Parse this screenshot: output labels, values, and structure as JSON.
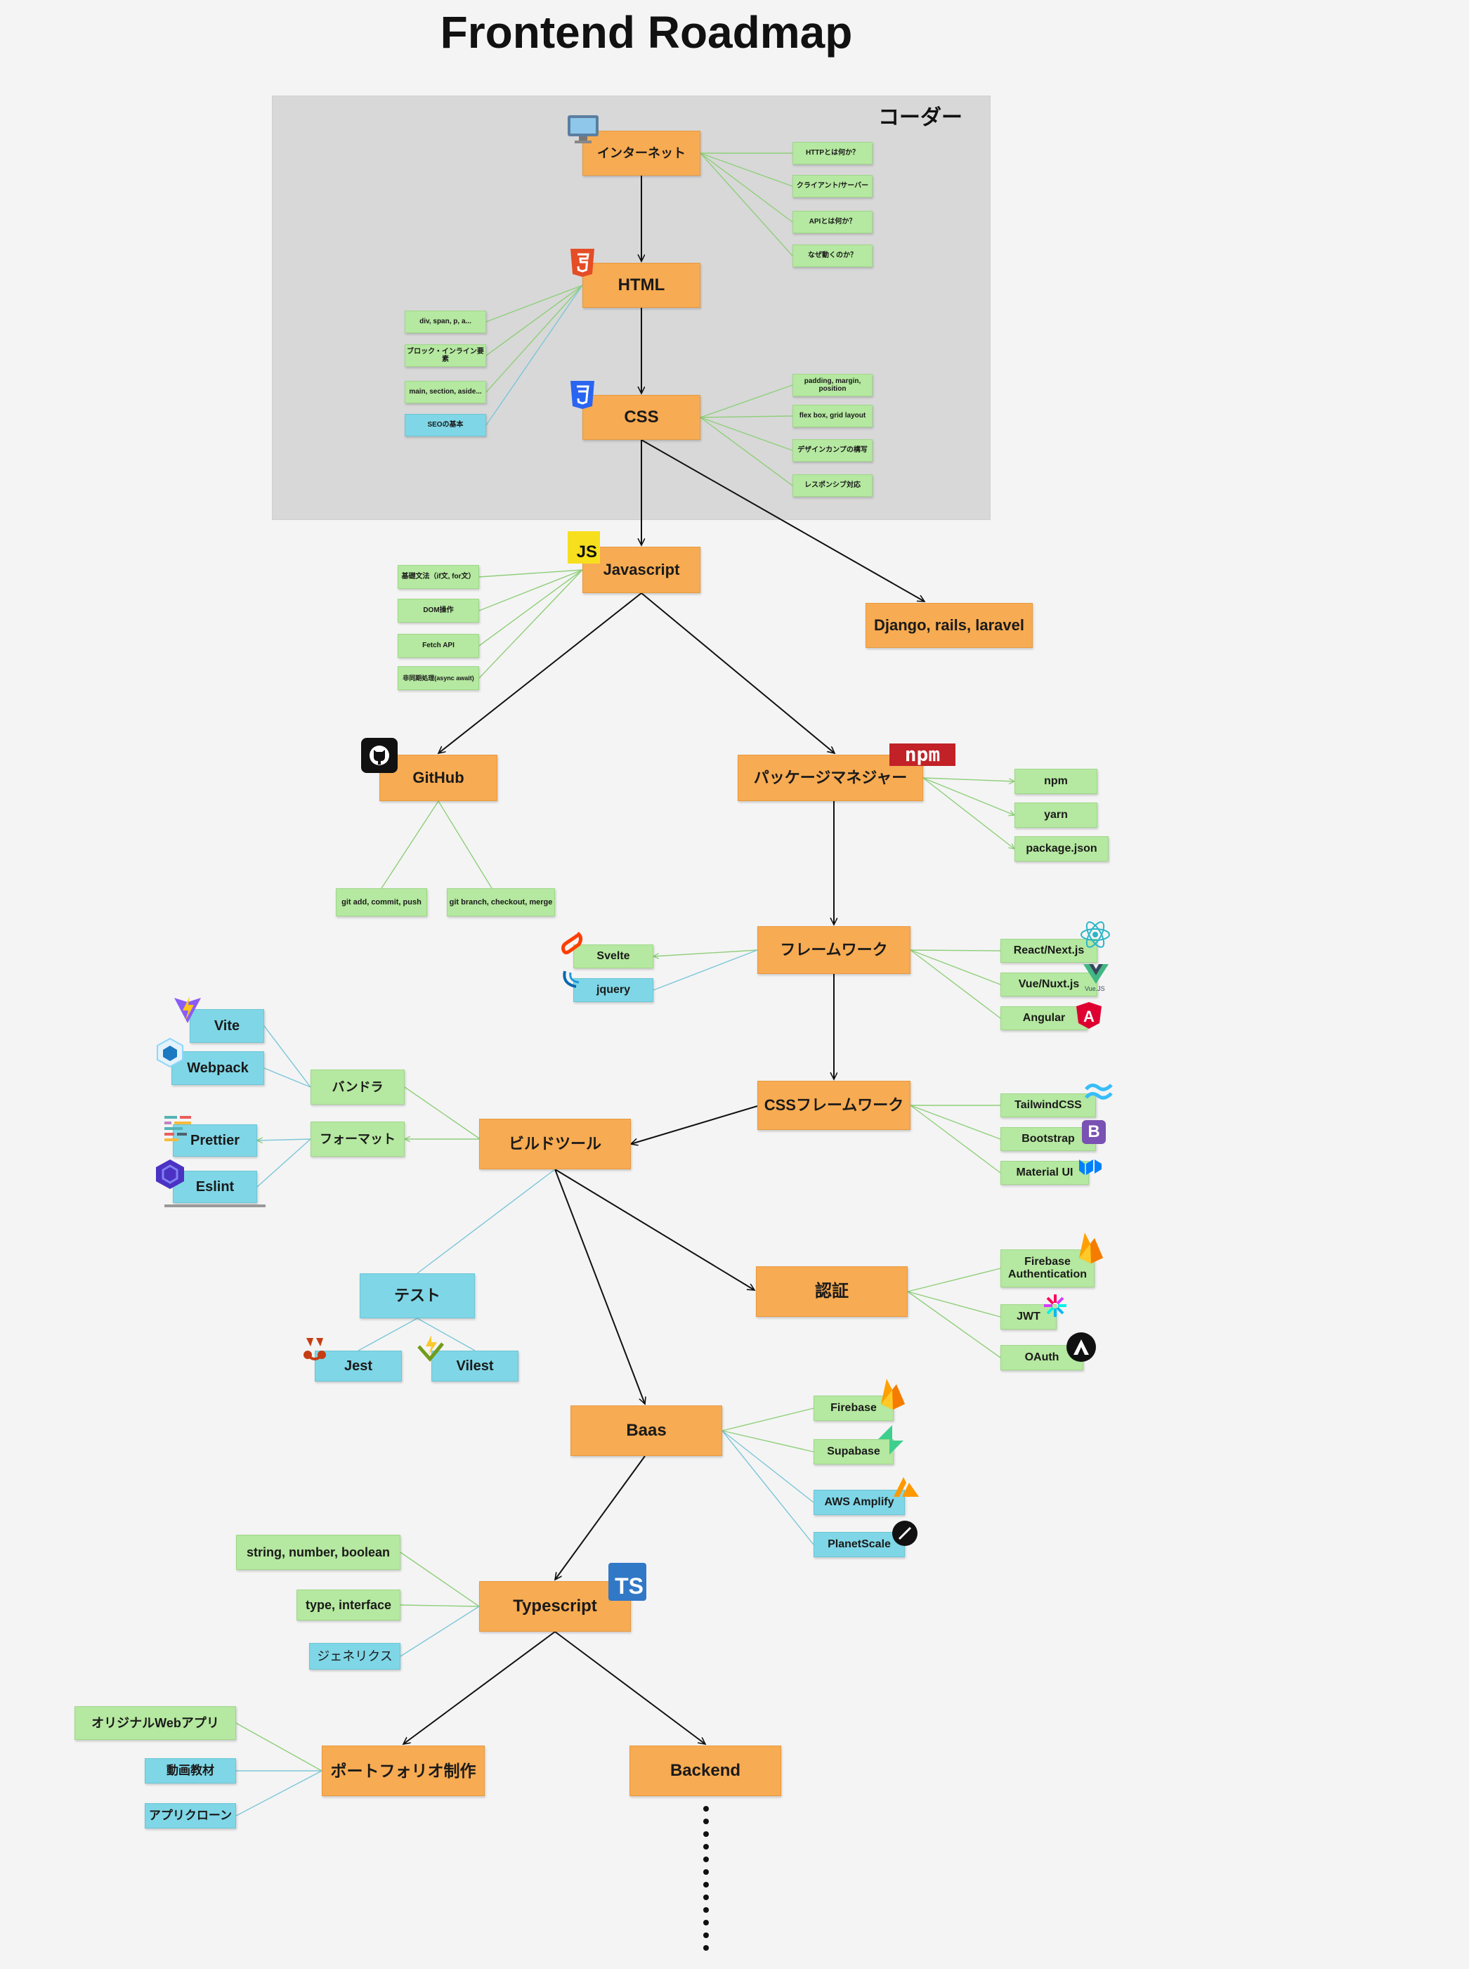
{
  "title": "Frontend Roadmap",
  "region": {
    "label": "コーダー"
  },
  "nodes": {
    "internet": "インターネット",
    "http": "HTTPとは何か？",
    "client_server": "クライアント/サーバー",
    "api_what": "APIとは何か？",
    "why_works": "なぜ動くのか？",
    "html": "HTML",
    "html_tags": "div, span, p, a...",
    "block_inline": "ブロック・インライン要素",
    "semantic": "main, section, aside...",
    "seo": "SEOの基本",
    "css": "CSS",
    "padding": "padding, margin, position",
    "flex": "flex box, grid layout",
    "design": "デザインカンプの構写",
    "responsive": "レスポンシブ対応",
    "javascript": "Javascript",
    "js_basic": "基礎文法（if文, for文）",
    "dom": "DOM操作",
    "fetch": "Fetch API",
    "async": "非同期処理(async await)",
    "django": "Django, rails, laravel",
    "github": "GitHub",
    "git_add": "git add, commit, push",
    "git_branch": "git branch, checkout, merge",
    "package_manager": "パッケージマネジャー",
    "npm": "npm",
    "yarn": "yarn",
    "package_json": "package.json",
    "framework": "フレームワーク",
    "svelte": "Svelte",
    "jquery": "jquery",
    "react": "React/Next.js",
    "vue": "Vue/Nuxt.js",
    "angular": "Angular",
    "css_framework": "CSSフレームワーク",
    "tailwind": "TailwindCSS",
    "bootstrap": "Bootstrap",
    "material": "Material UI",
    "build_tool": "ビルドツール",
    "bundler": "バンドラ",
    "format": "フォーマット",
    "vite": "Vite",
    "webpack": "Webpack",
    "prettier": "Prettier",
    "eslint": "Eslint",
    "test": "テスト",
    "jest": "Jest",
    "vilest": "Vilest",
    "auth": "認証",
    "firebase_auth": "Firebase Authentication",
    "jwt": "JWT",
    "oauth": "OAuth",
    "baas": "Baas",
    "firebase": "Firebase",
    "supabase": "Supabase",
    "amplify": "AWS Amplify",
    "planetscale": "PlanetScale",
    "typescript": "Typescript",
    "ts_types": "string, number, boolean",
    "ts_interface": "type, interface",
    "generics": "ジェネリクス",
    "portfolio": "ポートフォリオ制作",
    "original_app": "オリジナルWebアプリ",
    "video": "動画教材",
    "clone": "アプリクローン",
    "backend": "Backend"
  },
  "icons": {
    "internet": "computer-icon",
    "html": "html5-icon",
    "css": "css3-icon",
    "javascript": "js-icon",
    "github": "github-icon",
    "npm": "npm-icon",
    "svelte": "svelte-icon",
    "jquery": "jquery-icon",
    "react": "react-icon",
    "vue": "vue-icon",
    "angular": "angular-icon",
    "tailwind": "tailwind-icon",
    "bootstrap": "bootstrap-icon",
    "material": "material-ui-icon",
    "vite": "vite-icon",
    "webpack": "webpack-icon",
    "prettier": "prettier-icon",
    "eslint": "eslint-icon",
    "jest": "jest-icon",
    "vilest": "vitest-icon",
    "firebase_auth": "firebase-icon",
    "jwt": "jwt-icon",
    "oauth": "auth-icon",
    "firebase": "firebase-icon",
    "supabase": "supabase-icon",
    "amplify": "aws-amplify-icon",
    "planetscale": "planetscale-icon",
    "typescript": "typescript-icon"
  },
  "icon_text": {
    "js": "JS",
    "npm": "npm",
    "ts": "TS",
    "bootstrap": "B",
    "angular": "A",
    "vue_small": "Vue.JS"
  },
  "colors": {
    "main_node": "#f7ab52",
    "green_node": "#b5e8a0",
    "blue_node": "#7fd6e6",
    "region": "#d8d8d8",
    "green_edge": "#8fcf7a",
    "blue_edge": "#7cc6d8",
    "black_edge": "#111111"
  }
}
